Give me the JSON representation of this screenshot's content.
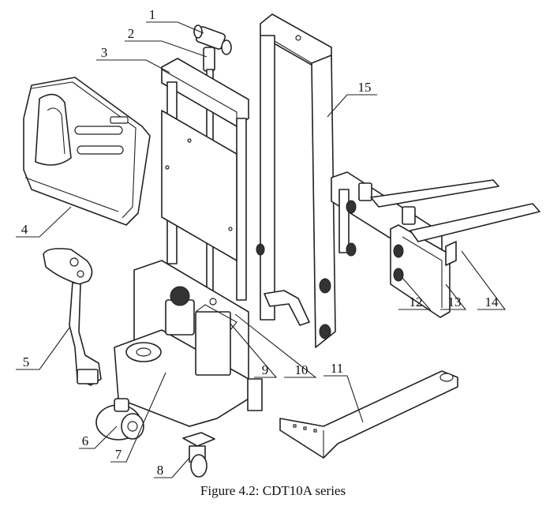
{
  "caption": "Figure 4.2: CDT10A series",
  "callouts": [
    {
      "id": "1",
      "label": "1"
    },
    {
      "id": "2",
      "label": "2"
    },
    {
      "id": "3",
      "label": "3"
    },
    {
      "id": "4",
      "label": "4"
    },
    {
      "id": "5",
      "label": "5"
    },
    {
      "id": "6",
      "label": "6"
    },
    {
      "id": "7",
      "label": "7"
    },
    {
      "id": "8",
      "label": "8"
    },
    {
      "id": "9",
      "label": "9"
    },
    {
      "id": "10",
      "label": "10"
    },
    {
      "id": "11",
      "label": "11"
    },
    {
      "id": "12",
      "label": "12"
    },
    {
      "id": "13",
      "label": "13"
    },
    {
      "id": "14",
      "label": "14"
    },
    {
      "id": "15",
      "label": "15"
    }
  ]
}
